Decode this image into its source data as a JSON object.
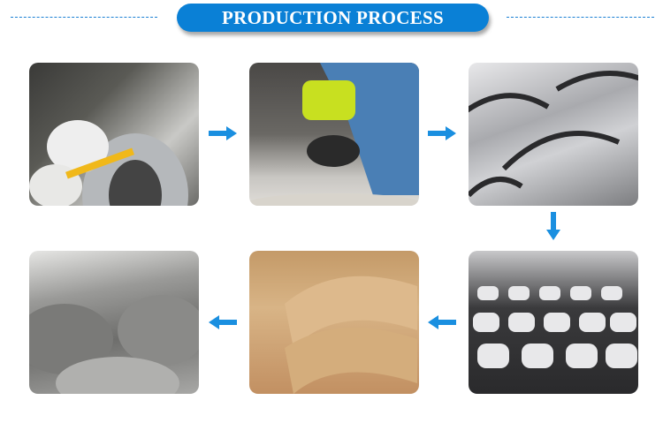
{
  "header": {
    "title": "PRODUCTION PROCESS"
  },
  "colors": {
    "accent": "#0a80d6",
    "arrow": "#1a8fe0"
  },
  "steps": [
    {
      "icon": "welding-photo"
    },
    {
      "icon": "grinding-photo"
    },
    {
      "icon": "polished-halfpipes-photo"
    },
    {
      "icon": "finished-parts-photo"
    },
    {
      "icon": "carton-packing-photo"
    },
    {
      "icon": "wrapped-stock-photo"
    }
  ]
}
